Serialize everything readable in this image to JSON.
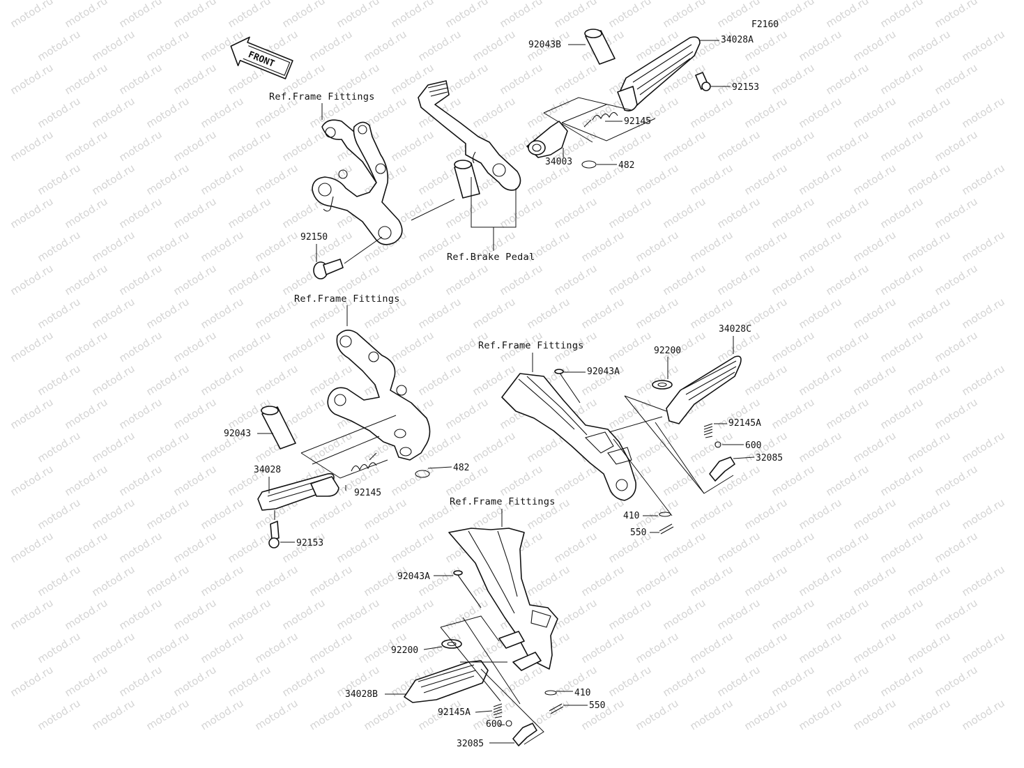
{
  "diagram_code": "F2160",
  "watermark": "motod.ru",
  "front_arrow": "FRONT",
  "refs": {
    "frame_1": "Ref.Frame Fittings",
    "frame_2": "Ref.Frame Fittings",
    "frame_3": "Ref.Frame Fittings",
    "frame_4": "Ref.Frame Fittings",
    "brake_pedal": "Ref.Brake Pedal"
  },
  "parts": {
    "p92043B": "92043B",
    "p34028A": "34028A",
    "p92153_top": "92153",
    "p92145_top": "92145",
    "p34003": "34003",
    "p482_top": "482",
    "p92150": "92150",
    "p92043": "92043",
    "p34028": "34028",
    "p92145_mid": "92145",
    "p482_mid": "482",
    "p92153_mid": "92153",
    "p92043A_right": "92043A",
    "p92200_right": "92200",
    "p34028C": "34028C",
    "p92145A_right": "92145A",
    "p600_right": "600",
    "p32085_right": "32085",
    "p410_right": "410",
    "p550_right": "550",
    "p92043A_bottom": "92043A",
    "p92200_bottom": "92200",
    "p34028B": "34028B",
    "p410_bottom": "410",
    "p550_bottom": "550",
    "p92145A_bottom": "92145A",
    "p600_bottom": "600",
    "p32085_bottom": "32085"
  },
  "colors": {
    "ink": "#111111",
    "watermark": "#d4d4d4",
    "background": "#ffffff"
  }
}
